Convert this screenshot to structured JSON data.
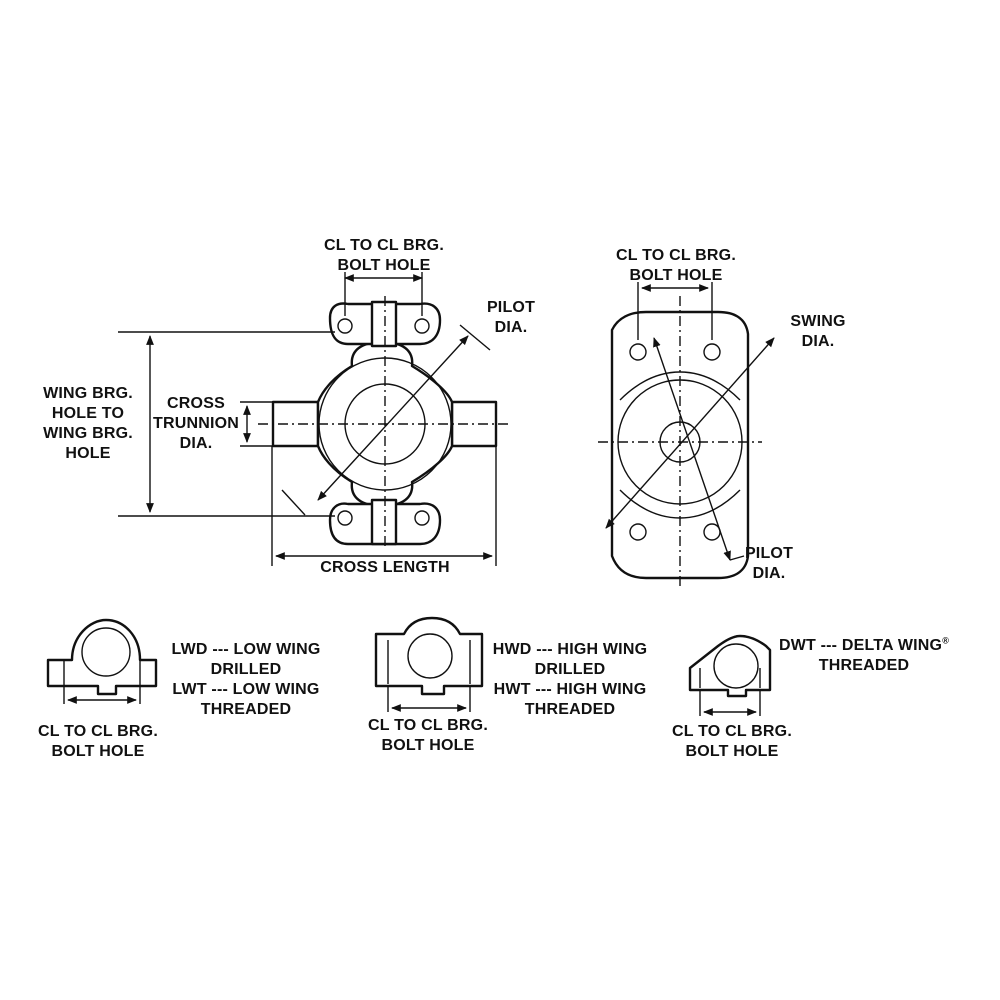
{
  "labels": {
    "cl_to_cl_main_1": "CL TO CL BRG.",
    "cl_to_cl_main_2": "BOLT HOLE",
    "pilot_dia_1": "PILOT",
    "pilot_dia_2": "DIA.",
    "wing_brg_1": "WING BRG.",
    "wing_brg_2": "HOLE TO",
    "wing_brg_3": "WING BRG.",
    "wing_brg_4": "HOLE",
    "cross_trunnion_1": "CROSS",
    "cross_trunnion_2": "TRUNNION",
    "cross_trunnion_3": "DIA.",
    "cross_length": "CROSS LENGTH",
    "cl_to_cl_side_1": "CL TO CL BRG.",
    "cl_to_cl_side_2": "BOLT HOLE",
    "swing_dia_1": "SWING",
    "swing_dia_2": "DIA.",
    "pilot_dia_side_1": "PILOT",
    "pilot_dia_side_2": "DIA.",
    "lwd": "LWD --- LOW WING",
    "lwd_2": "DRILLED",
    "lwt": "LWT --- LOW WING",
    "lwt_2": "THREADED",
    "cl_low_1": "CL TO CL BRG.",
    "cl_low_2": "BOLT HOLE",
    "hwd": "HWD --- HIGH WING",
    "hwd_2": "DRILLED",
    "hwt": "HWT --- HIGH WING",
    "hwt_2": "THREADED",
    "cl_high_1": "CL TO CL BRG.",
    "cl_high_2": "BOLT HOLE",
    "dwt": "DWT --- DELTA WING",
    "dwt_reg": "®",
    "dwt_2": "THREADED",
    "cl_delta_1": "CL TO CL BRG.",
    "cl_delta_2": "BOLT HOLE"
  }
}
